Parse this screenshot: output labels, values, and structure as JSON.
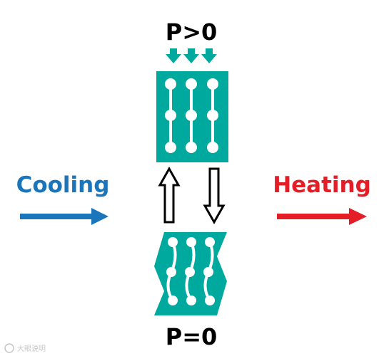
{
  "labels": {
    "top_pressure": "P>0",
    "bottom_pressure": "P=0",
    "left_process": "Cooling",
    "right_process": "Heating",
    "watermark": "大眼说明"
  },
  "colors": {
    "teal": "#00a99d",
    "cooling": "#1b75bb",
    "heating": "#e41e26",
    "black": "#000000",
    "white": "#ffffff"
  },
  "icons": {
    "press_arrows": "down-arrow-icon",
    "up_arrow": "hollow-up-arrow-icon",
    "down_arrow": "hollow-down-arrow-icon",
    "cooling_arrow": "right-arrow-icon",
    "heating_arrow": "right-arrow-icon"
  }
}
